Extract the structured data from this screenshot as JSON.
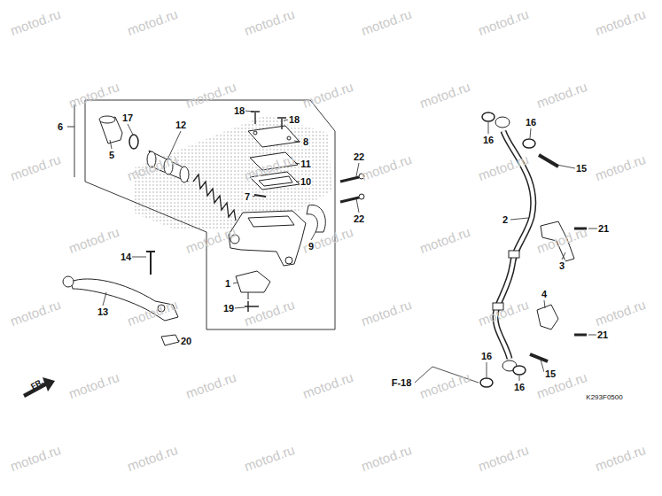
{
  "diagram": {
    "labels": [
      "6",
      "5",
      "17",
      "12",
      "18",
      "18",
      "8",
      "11",
      "10",
      "7",
      "22",
      "22",
      "9",
      "14",
      "1",
      "19",
      "13",
      "20",
      "16",
      "16",
      "15",
      "2",
      "21",
      "3",
      "4",
      "21",
      "16",
      "16",
      "15",
      "F-18",
      "FR.",
      "K293F0500",
      "motod.ru",
      "motod.ru",
      "motod.ru",
      "motod.ru",
      "motod.ru",
      "motod.ru",
      "motod.ru",
      "motod.ru",
      "motod.ru",
      "motod.ru",
      "motod.ru",
      "motod.ru",
      "motod.ru",
      "motod.ru",
      "motod.ru",
      "motod.ru",
      "motod.ru",
      "motod.ru",
      "motod.ru",
      "motod.ru",
      "motod.ru",
      "motod.ru",
      "motod.ru",
      "motod.ru",
      "motod.ru",
      "motod.ru",
      "motod.ru",
      "motod.ru",
      "motod.ru",
      "motod.ru",
      "motod.ru",
      "motod.ru",
      "motod.ru",
      "motod.ru",
      "motod.ru",
      "motod.ru",
      "motod.ru",
      "motod.ru",
      "motod.ru"
    ]
  }
}
